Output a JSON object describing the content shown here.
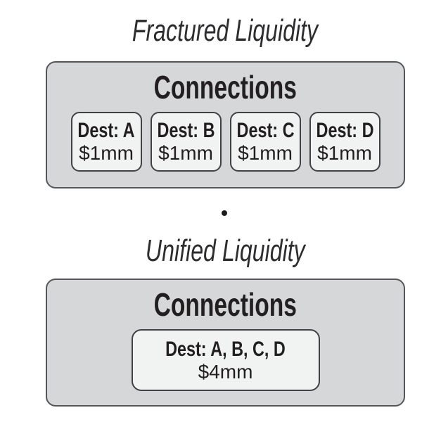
{
  "colors": {
    "page-bg": "#ffffff",
    "panel-fill": "#d6d7d8",
    "panel-border": "#55565a",
    "card-fill": "#f1f2f2",
    "card-border": "#404145",
    "heading-text": "#231f20",
    "title-text": "#2d2d30",
    "dot": "#1b1b1b"
  },
  "separator": {
    "glyph": "dot"
  },
  "sections": [
    {
      "title": "Fractured Liquidity",
      "panel_label": "Connections",
      "cards": [
        {
          "dest": "Dest: A",
          "amount": "$1mm"
        },
        {
          "dest": "Dest: B",
          "amount": "$1mm"
        },
        {
          "dest": "Dest: C",
          "amount": "$1mm"
        },
        {
          "dest": "Dest: D",
          "amount": "$1mm"
        }
      ]
    },
    {
      "title": "Unified Liquidity",
      "panel_label": "Connections",
      "cards": [
        {
          "dest": "Dest: A, B, C, D",
          "amount": "$4mm"
        }
      ]
    }
  ]
}
